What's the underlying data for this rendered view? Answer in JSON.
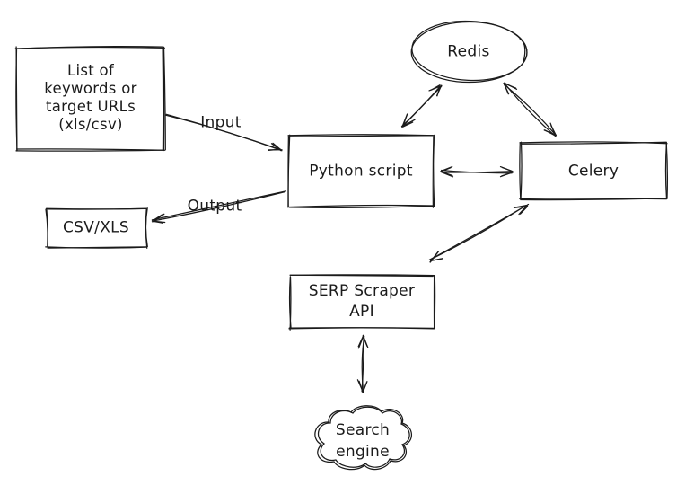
{
  "diagram": {
    "nodes": {
      "list": {
        "label": "List of\nkeywords or\ntarget URLs\n(xls/csv)"
      },
      "csv": {
        "label": "CSV/XLS"
      },
      "python": {
        "label": "Python script"
      },
      "celery": {
        "label": "Celery"
      },
      "redis": {
        "label": "Redis"
      },
      "serp": {
        "label": "SERP Scraper\nAPI"
      },
      "search_engine": {
        "label": "Search\nengine"
      }
    },
    "edge_labels": {
      "input": "Input",
      "output": "Output"
    },
    "colors": {
      "stroke": "#1b1b1b",
      "background": "#ffffff"
    }
  }
}
